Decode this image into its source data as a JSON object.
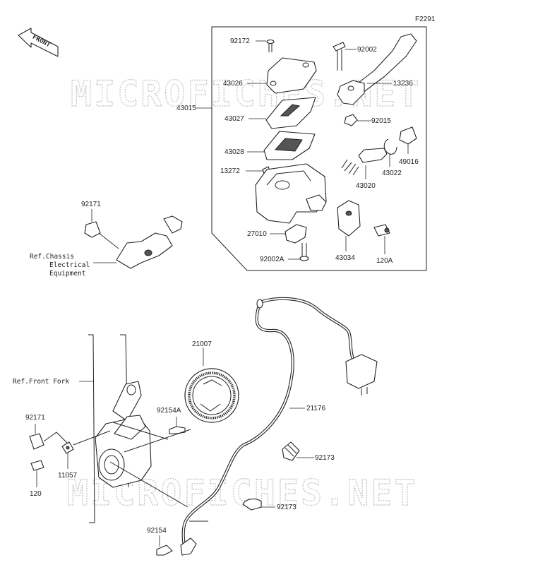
{
  "figure_code": "F2291",
  "front_label": "FRONT",
  "watermark": "MICROFICHES.NET",
  "labels": {
    "p92172": "92172",
    "p92002_top": "92002",
    "p43026": "43026",
    "p43015": "43015",
    "p13236": "13236",
    "p43027": "43027",
    "p92015": "92015",
    "p49016": "49016",
    "p43028": "43028",
    "p43022": "43022",
    "p13272": "13272",
    "p43020": "43020",
    "p27010": "27010",
    "p92002A": "92002A",
    "p43034": "43034",
    "p120A": "120A",
    "p92171_top": "92171",
    "p21007": "21007",
    "p92154A": "92154A",
    "p21176": "21176",
    "p92171_bot": "92171",
    "p11057": "11057",
    "p120": "120",
    "p92173_a": "92173",
    "p92173_b": "92173",
    "p92154": "92154"
  },
  "refs": {
    "chassis_line1": "Ref.Chassis",
    "chassis_line2": "Electrical",
    "chassis_line3": "Equipment",
    "front_fork": "Ref.Front Fork"
  },
  "icons": {
    "front_arrow": "front-arrow-icon"
  }
}
